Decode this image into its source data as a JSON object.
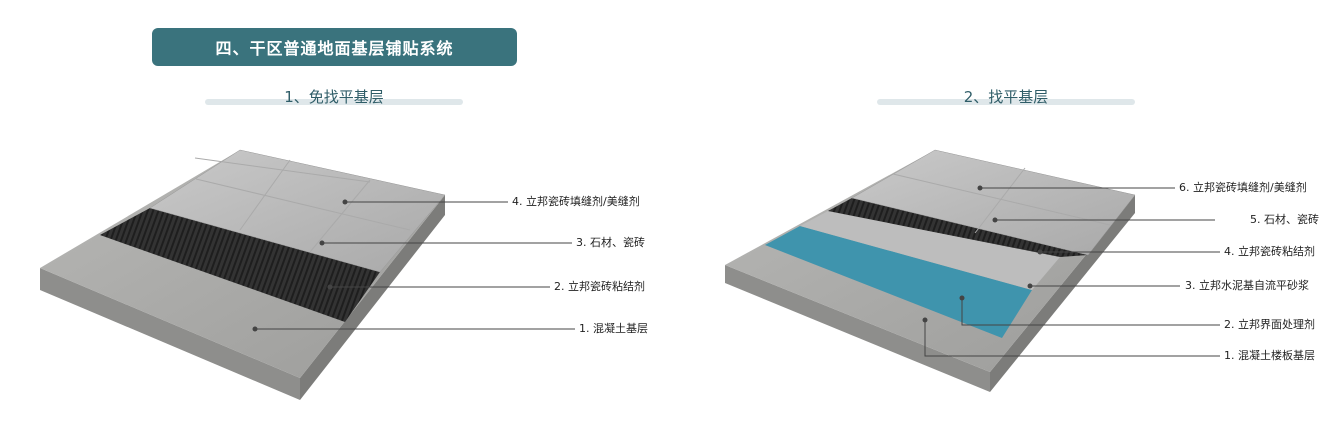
{
  "header": {
    "title": "四、干区普通地面基层铺贴系统"
  },
  "diagrams": [
    {
      "subtitle": "1、免找平基层",
      "labels": [
        "4. 立邦瓷砖填缝剂/美缝剂",
        "3. 石材、瓷砖",
        "2. 立邦瓷砖粘结剂",
        "1. 混凝土基层"
      ]
    },
    {
      "subtitle": "2、找平基层",
      "labels": [
        "6. 立邦瓷砖填缝剂/美缝剂",
        "5. 石材、瓷砖",
        "4. 立邦瓷砖粘结剂",
        "3. 立邦水泥基自流平砂浆",
        "2. 立邦界面处理剂",
        "1. 混凝土楼板基层"
      ]
    }
  ],
  "colors": {
    "accent": "#3a737d",
    "blue_layer": "#3f94ad"
  }
}
